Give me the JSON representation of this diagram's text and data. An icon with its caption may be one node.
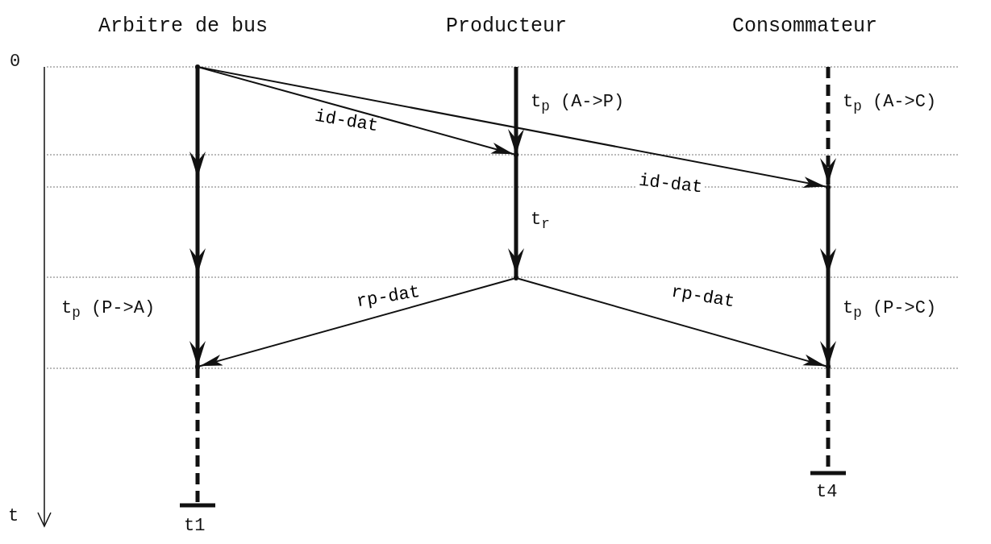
{
  "diagram": {
    "nodes": [
      {
        "text": [],
        "shape": "dot"
      },
      {
        "text": [],
        "shape": "dot"
      },
      {
        "text": [],
        "shape": "dot"
      },
      {
        "text": [],
        "shape": "dot"
      },
      {
        "text": [],
        "shape": "dot"
      },
      {
        "text": [],
        "shape": "dot"
      }
    ],
    "edges": [
      {
        "from": 0,
        "to": 1,
        "arrow": "to",
        "label": "id-dat"
      },
      {
        "from": 0,
        "to": 2,
        "arrow": "to",
        "label": "id-dat"
      },
      {
        "from": 3,
        "to": 4,
        "arrow": "to",
        "label": "rp-dat"
      },
      {
        "from": 3,
        "to": 5,
        "arrow": "to",
        "label": "rp-dat"
      }
    ],
    "labels": [
      "Arbitre de bus",
      "Producteur",
      "Consommateur",
      "0",
      "t$_{p}$ (A->P)",
      "t$_{p}$ (A->C)",
      "t$_{r}$",
      "t$_{p}$ (P->A)",
      "t$_{p}$ (P->C)",
      "t4",
      "t",
      "t1"
    ]
  }
}
